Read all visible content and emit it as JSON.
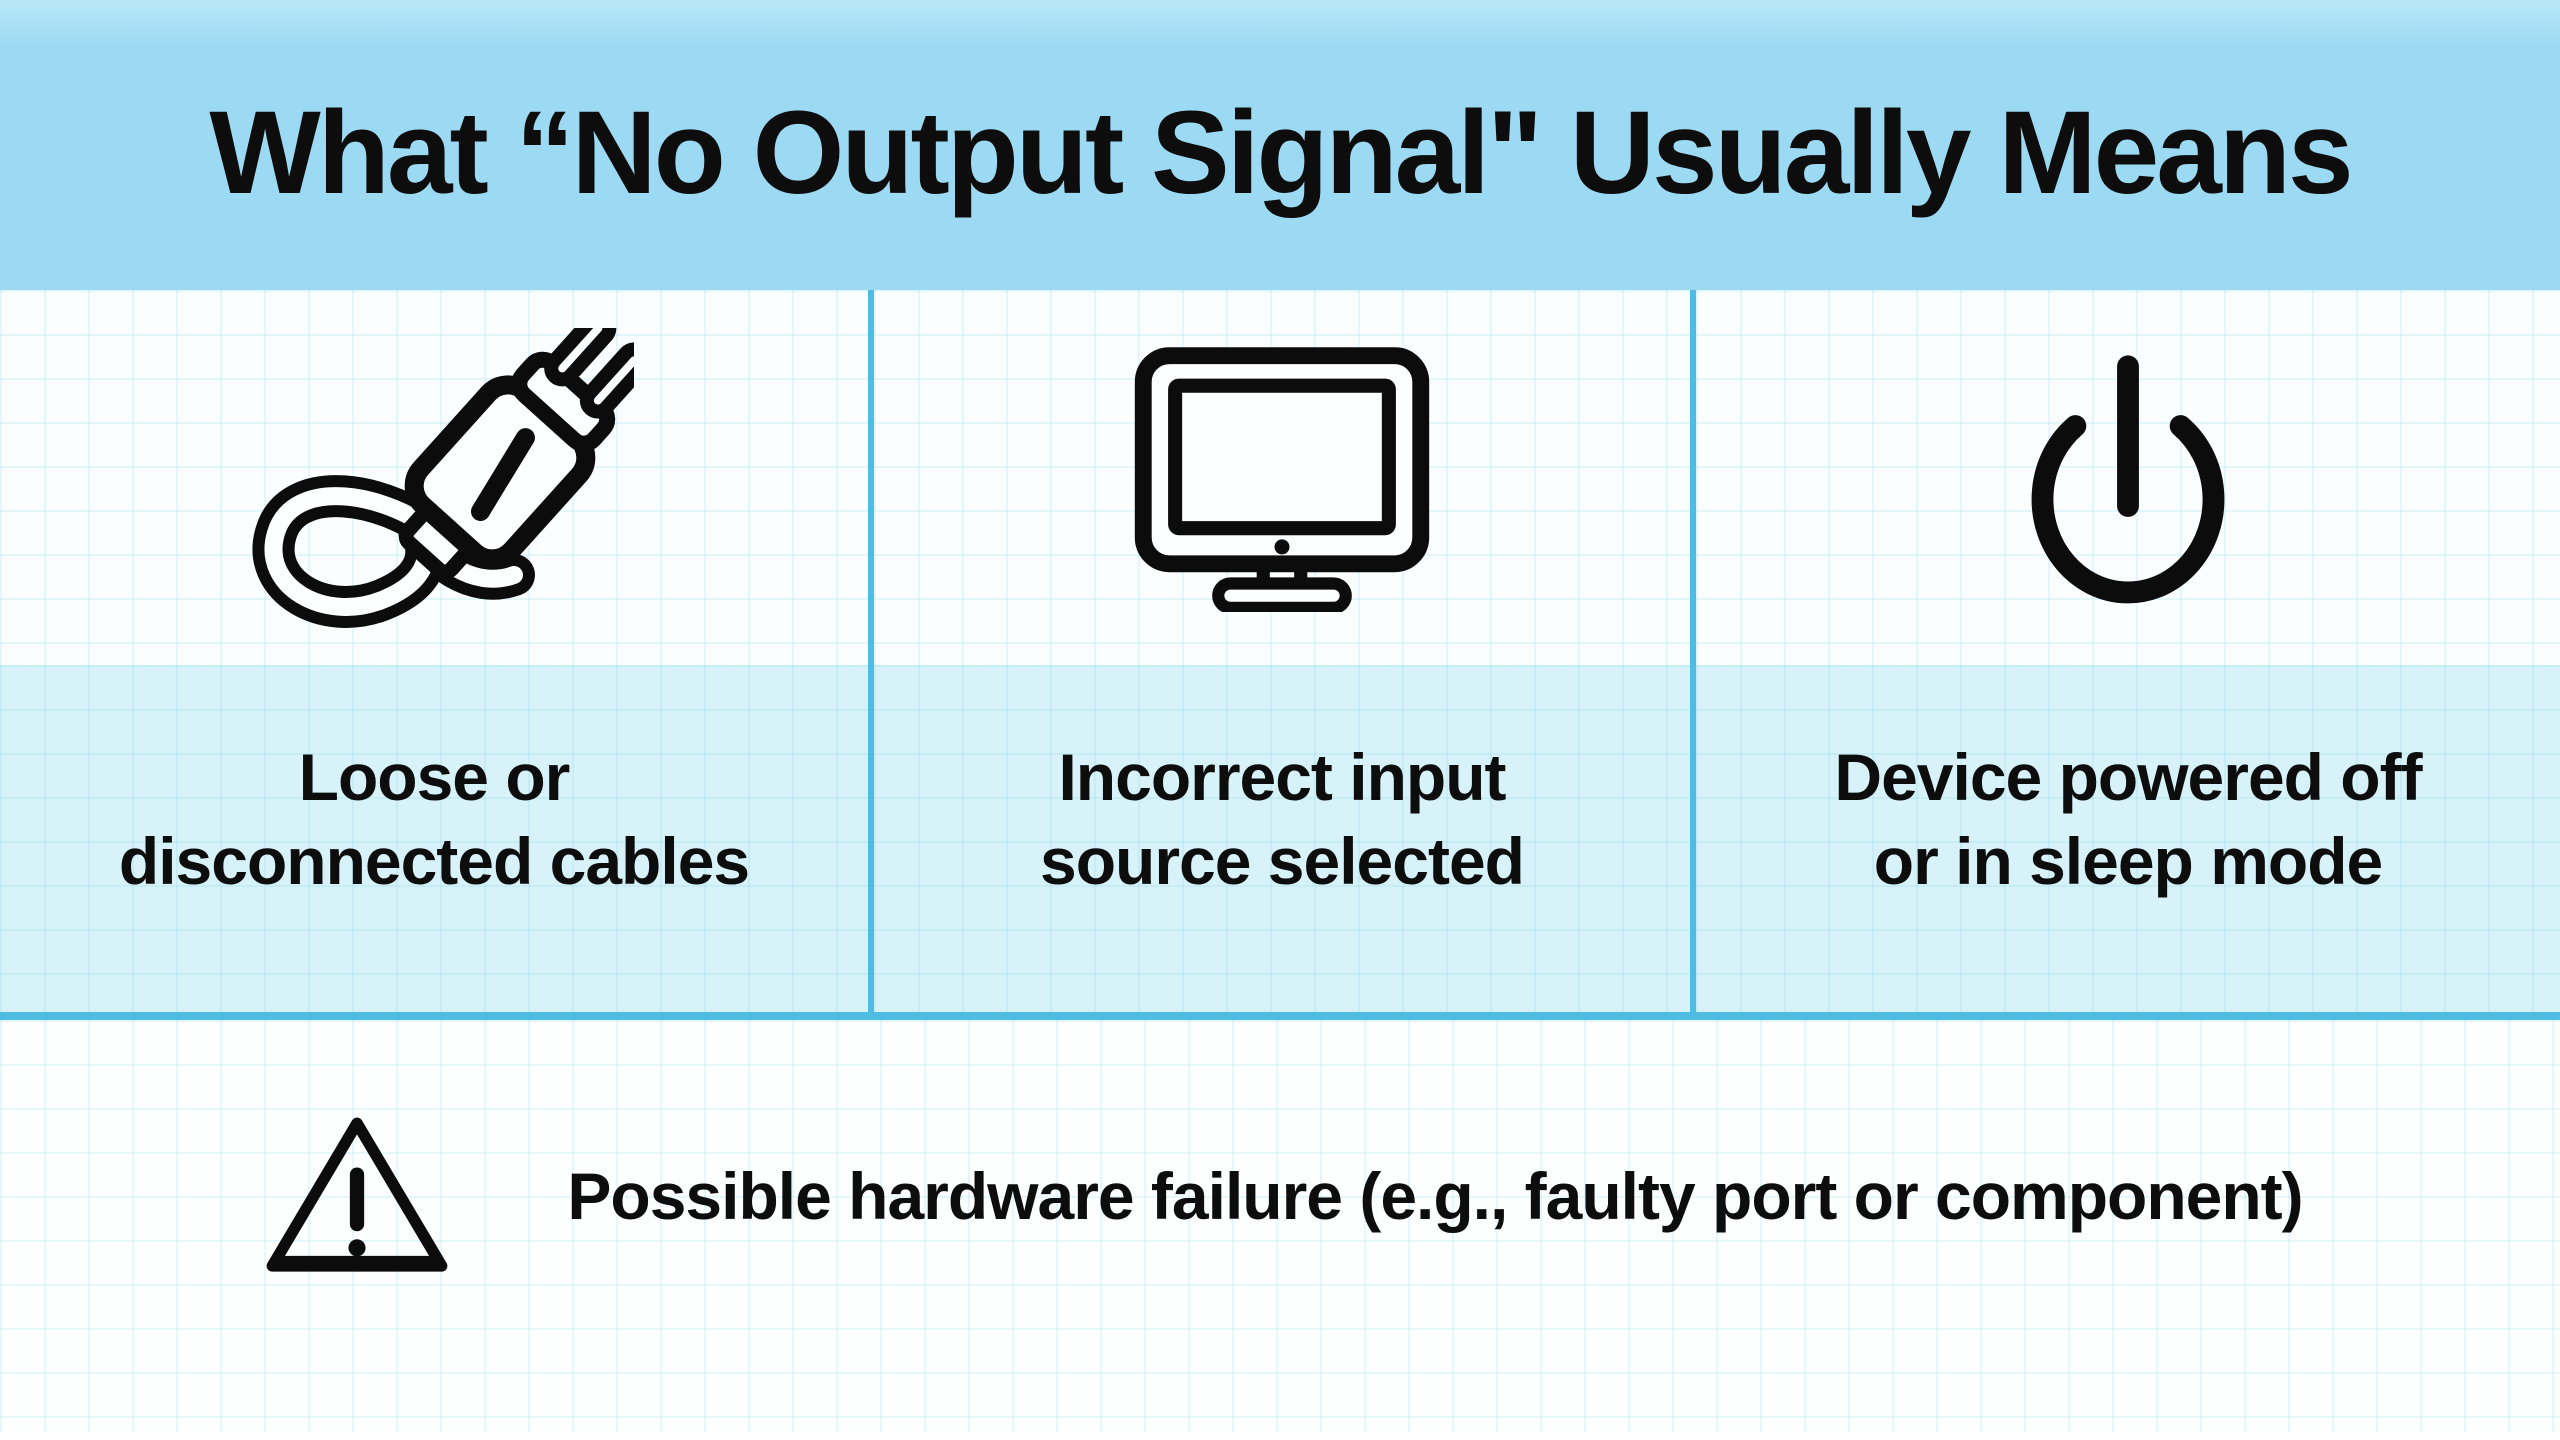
{
  "title": "What “No Output Signal\" Usually Means",
  "columns": [
    {
      "icon": "plug-cable-icon",
      "lines": [
        "Loose or",
        "disconnected cables"
      ]
    },
    {
      "icon": "monitor-icon",
      "lines": [
        "Incorrect input",
        "source selected"
      ]
    },
    {
      "icon": "power-icon",
      "lines": [
        "Device powered off",
        "or in sleep mode"
      ]
    }
  ],
  "footer": {
    "icon": "warning-icon",
    "text": "Possible hardware failure (e.g., faulty port or component)"
  },
  "colors": {
    "header_bg": "#9cdaf3",
    "band_bg": "#d7f2f8",
    "panel_bg": "#fbfeff",
    "bottom_bg": "#fdfffe",
    "divider": "#4fbce4",
    "text": "#0d0d0d"
  }
}
